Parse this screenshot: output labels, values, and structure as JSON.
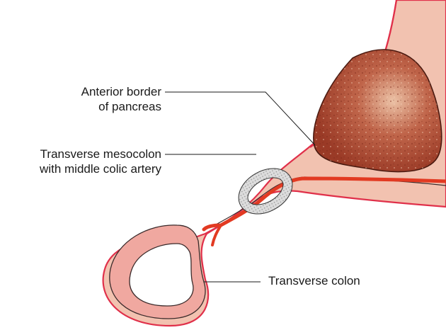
{
  "labels": {
    "pancreas": {
      "line1": "Anterior border",
      "line2": "of pancreas"
    },
    "mesocolon": {
      "line1": "Transverse mesocolon",
      "line2": "with middle colic artery"
    },
    "colon": {
      "text": "Transverse colon"
    }
  },
  "colors": {
    "peritoneum_fill": "#f2c2b0",
    "peritoneum_edge": "#e0304a",
    "pancreas_fill": "#a8452e",
    "pancreas_highlight": "#e8b49a",
    "artery": "#e23a22",
    "colon_wall": "#f0a8a0",
    "lumen": "#ffffff",
    "ring": "#d8d8d8"
  }
}
